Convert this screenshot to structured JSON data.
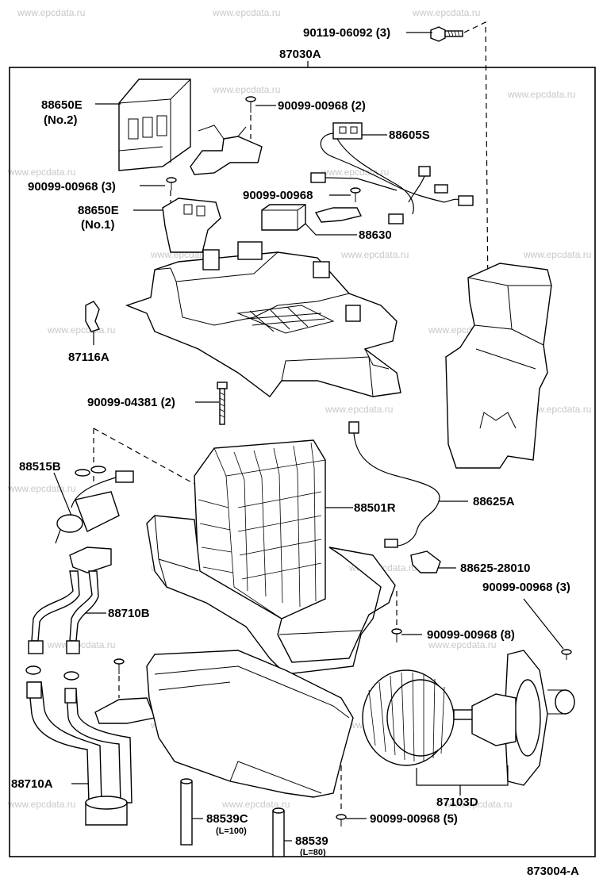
{
  "diagram": {
    "assembly_label": "87030A",
    "figure_code": "873004-A",
    "watermark": "www.epcdata.ru",
    "parts": {
      "screw_top": "90119-06092 (3)",
      "no2_label": "88650E",
      "no2_sub": "(No.2)",
      "screw_no2": "90099-00968 (2)",
      "screw_3": "90099-00968 (3)",
      "no1_label": "88650E",
      "no1_sub": "(No.1)",
      "harness": "88605S",
      "screw_mid": "90099-00968",
      "relay": "88630",
      "clip": "87116A",
      "screw_long": "90099-04381 (2)",
      "valve": "88515B",
      "evaporator": "88501R",
      "thermistor": "88625A",
      "sensor": "88625-28010",
      "screw_motor": "90099-00968 (3)",
      "pipe_b": "88710B",
      "screw_case": "90099-00968 (8)",
      "pipe_a": "88710A",
      "blower": "87103D",
      "hose_c": "88539C",
      "hose_c_len": "(L=100)",
      "screw_bottom": "90099-00968 (5)",
      "hose": "88539",
      "hose_len": "(L=80)"
    }
  }
}
